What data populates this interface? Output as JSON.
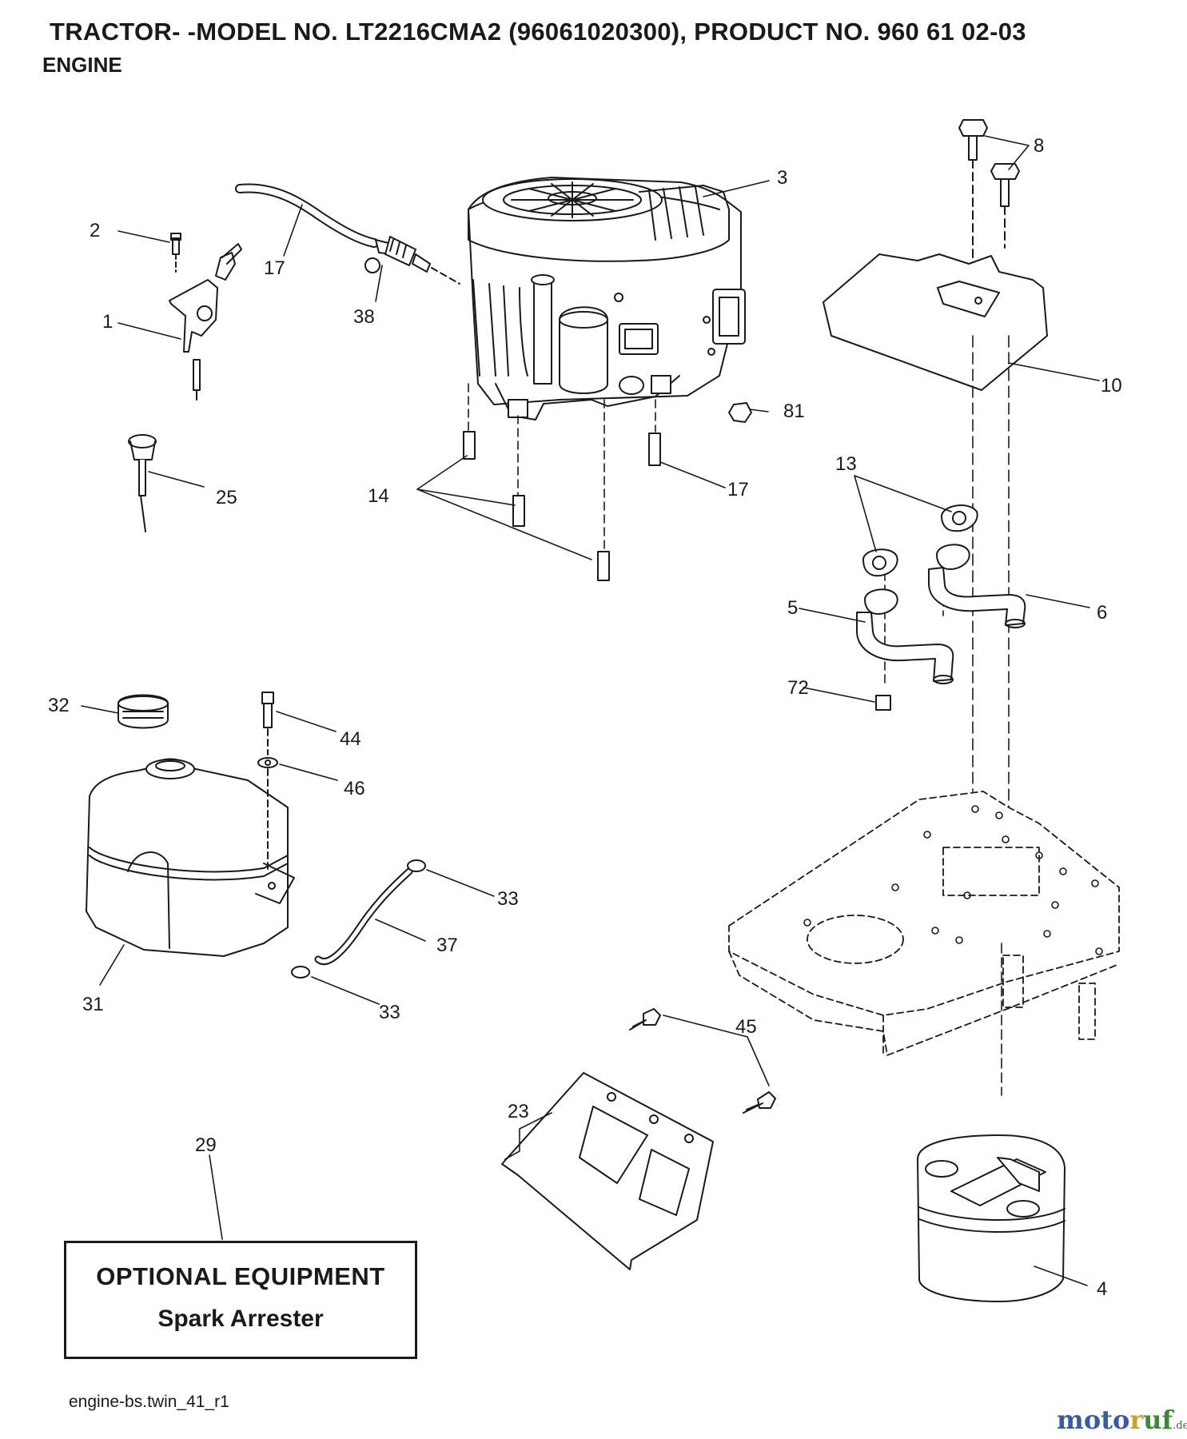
{
  "header": {
    "title": "TRACTOR- -MODEL NO. LT2216CMA2 (96061020300), PRODUCT NO. 960 61 02-03",
    "section": "ENGINE"
  },
  "callouts": [
    "1",
    "2",
    "3",
    "4",
    "5",
    "6",
    "8",
    "10",
    "13",
    "14",
    "17",
    "17",
    "23",
    "25",
    "29",
    "31",
    "32",
    "33",
    "33",
    "37",
    "38",
    "44",
    "45",
    "46",
    "72",
    "81"
  ],
  "optional_box": {
    "heading": "OPTIONAL EQUIPMENT",
    "item": "Spark Arrester"
  },
  "file_ref": "engine-bs.twin_41_r1",
  "watermark": {
    "part1": "moto",
    "part2": "r",
    "part3": "uf",
    "suffix": ".de"
  }
}
